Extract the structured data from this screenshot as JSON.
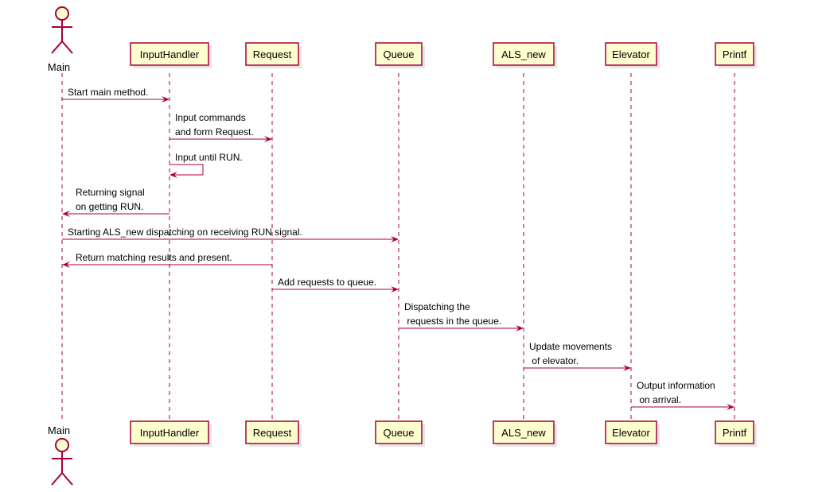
{
  "colors": {
    "line": "#A80036",
    "box_fill": "#FEFECE",
    "box_border": "#A80036",
    "background": "#FFFFFF",
    "text": "#000000"
  },
  "participants": [
    {
      "id": "main",
      "label": "Main",
      "kind": "actor"
    },
    {
      "id": "inputhandler",
      "label": "InputHandler",
      "kind": "participant"
    },
    {
      "id": "request",
      "label": "Request",
      "kind": "participant"
    },
    {
      "id": "queue",
      "label": "Queue",
      "kind": "participant"
    },
    {
      "id": "als_new",
      "label": "ALS_new",
      "kind": "participant"
    },
    {
      "id": "elevator",
      "label": "Elevator",
      "kind": "participant"
    },
    {
      "id": "printf",
      "label": "Printf",
      "kind": "participant"
    }
  ],
  "messages": [
    {
      "from": "main",
      "to": "inputhandler",
      "lines": [
        "Start main method."
      ]
    },
    {
      "from": "inputhandler",
      "to": "request",
      "lines": [
        "Input commands",
        "and form Request."
      ]
    },
    {
      "from": "inputhandler",
      "to": "inputhandler",
      "lines": [
        "Input until RUN."
      ]
    },
    {
      "from": "inputhandler",
      "to": "main",
      "lines": [
        "Returning signal",
        "on getting RUN."
      ]
    },
    {
      "from": "main",
      "to": "queue",
      "lines": [
        "Starting ALS_new dispatching on receiving RUN signal."
      ]
    },
    {
      "from": "request",
      "to": "main",
      "lines": [
        "Return matching results and present."
      ]
    },
    {
      "from": "request",
      "to": "queue",
      "lines": [
        "Add requests to queue."
      ]
    },
    {
      "from": "queue",
      "to": "als_new",
      "lines": [
        "Dispatching the",
        " requests in the queue."
      ]
    },
    {
      "from": "als_new",
      "to": "elevator",
      "lines": [
        "Update movements",
        " of elevator."
      ]
    },
    {
      "from": "elevator",
      "to": "printf",
      "lines": [
        "Output information",
        " on arrival."
      ]
    }
  ]
}
